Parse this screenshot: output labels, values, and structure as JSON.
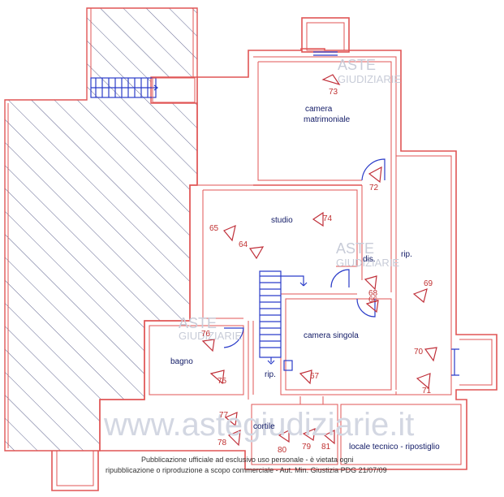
{
  "rooms": {
    "camera_matrimoniale_1": "camera",
    "camera_matrimoniale_2": "matrimoniale",
    "studio": "studio",
    "dis": "dis.",
    "rip_right": "rip.",
    "camera_singola": "camera singola",
    "bagno": "bagno",
    "rip_left": "rip.",
    "cortile": "cortile",
    "locale_tecnico": "locale tecnico - ripostiglio"
  },
  "photo_points": {
    "p73": "73",
    "p72": "72",
    "p74": "74",
    "p65": "65",
    "p64": "64",
    "p68": "68",
    "p66": "66",
    "p69": "69",
    "p70": "70",
    "p71": "71",
    "p76": "76",
    "p75": "75",
    "p67": "67",
    "p77": "77",
    "p78": "78",
    "p80": "80",
    "p79": "79",
    "p81": "81"
  },
  "watermarks": {
    "aste": "ASTE",
    "giudiziarie": "GIUDIZIARIE",
    "site": "www.astegiudiziarie.it"
  },
  "footer": {
    "line1": "Pubblicazione ufficiale ad esclusivo uso personale - è vietata ogni",
    "line2": "ripubblicazione o riproduzione a scopo commerciale - Aut. Min. Giustizia PDG 21/07/09"
  },
  "colors": {
    "walls": "#e05555",
    "stairs": "#2b3cc9",
    "labels": "#111a66",
    "numbers": "#c03030"
  }
}
